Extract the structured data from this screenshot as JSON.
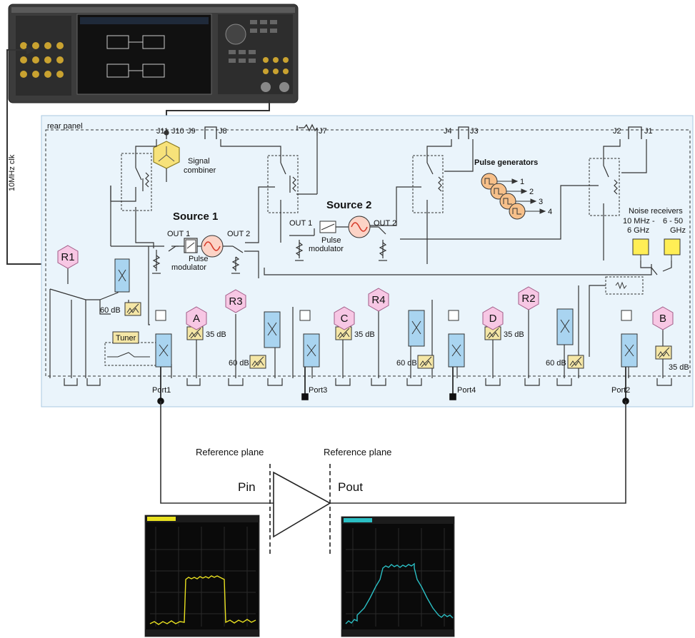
{
  "instrument": {
    "rear_panel_label": "rear panel",
    "clock_label": "10MHz clk"
  },
  "connectors": [
    "J11",
    "J10",
    "J9",
    "J8",
    "J7",
    "J4",
    "J3",
    "J2",
    "J1"
  ],
  "combiner": {
    "label_line1": "Signal",
    "label_line2": "combiner"
  },
  "sources": [
    {
      "title": "Source 1",
      "out1": "OUT 1",
      "out2": "OUT 2",
      "mod_line1": "Pulse",
      "mod_line2": "modulator"
    },
    {
      "title": "Source 2",
      "out1": "OUT 1",
      "out2": "OUT 2",
      "mod_line1": "Pulse",
      "mod_line2": "modulator"
    }
  ],
  "pulse_generators": {
    "title": "Pulse generators",
    "outputs": [
      "1",
      "2",
      "3",
      "4"
    ]
  },
  "noise_receivers": {
    "title": "Noise receivers",
    "band1_line1": "10 MHz -",
    "band1_line2": "6 GHz",
    "band2_line1": "6 - 50",
    "band2_line2": "GHz"
  },
  "receivers": {
    "r1": "R1",
    "r2": "R2",
    "r3": "R3",
    "r4": "R4",
    "a": "A",
    "b": "B",
    "c": "C",
    "d": "D"
  },
  "attenuators": {
    "ref": "60 dB",
    "test": "35 dB"
  },
  "tuner_label": "Tuner",
  "ports": [
    "Port1",
    "Port3",
    "Port4",
    "Port2"
  ],
  "measurement": {
    "ref_plane_left": "Reference plane",
    "ref_plane_right": "Reference plane",
    "pin": "Pin",
    "pout": "Pout"
  },
  "colors": {
    "panel_fill": "#eaf4fb",
    "panel_border": "#a9c9e2",
    "receiver_fill": "#f7c7e4",
    "coupler_fill": "#a9d4f0",
    "attenuator_fill": "#f4e6a6",
    "combiner_fill": "#f7e27a",
    "noise_rx_fill": "#ffee55",
    "pulse_gen_fill": "#f7c08a",
    "trace_in": "#e8e020",
    "trace_out": "#2bbfc4"
  }
}
